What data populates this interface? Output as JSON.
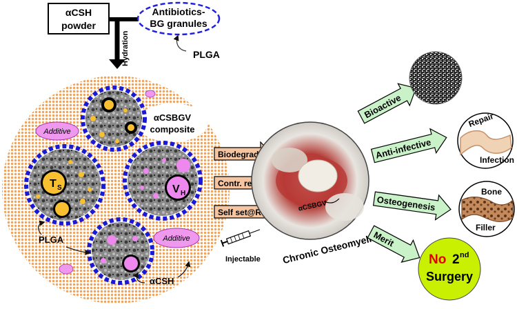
{
  "inputs": {
    "powder_line1": "αCSH",
    "powder_line2": "powder",
    "granules_line1": "Antibiotics-",
    "granules_line2": "BG granules",
    "hydration": "Hydration",
    "plga_top": "PLGA"
  },
  "composite": {
    "name_line1": "αCSBGV",
    "name_line2": "composite",
    "additive_1": "Additive",
    "additive_2": "Additive",
    "ts_main": "T",
    "ts_sub": "S",
    "vh_main": "V",
    "vh_sub": "H",
    "plga": "PLGA",
    "acsh": "αCSH",
    "injectable": "Injectable"
  },
  "processes": [
    {
      "label": "Biodegrade"
    },
    {
      "label": "Contr. release"
    },
    {
      "label": "Self set@RT"
    }
  ],
  "photo": {
    "implant_label": "αCSBGV",
    "caption": "Chronic Osteomyelitis"
  },
  "outcomes": [
    {
      "label": "Bioactive"
    },
    {
      "label": "Anti-infective"
    },
    {
      "label": "Osteogenesis"
    },
    {
      "label": "Merit"
    }
  ],
  "inset_labels": {
    "repair": "Repair",
    "infection": "Infection",
    "bone": "Bone",
    "filler": "Filler"
  },
  "merit_circle": {
    "no": "No",
    "num": "2",
    "sup": "nd",
    "surgery": "Surgery"
  },
  "colors": {
    "orange_dots": "#f2a35a",
    "blue_dash": "#1a1ad6",
    "process_fill": "#f5c4a0",
    "outcome_fill": "#c9f2c9",
    "merit_fill": "#c8f000",
    "additive_fill": "#ee99ee"
  }
}
